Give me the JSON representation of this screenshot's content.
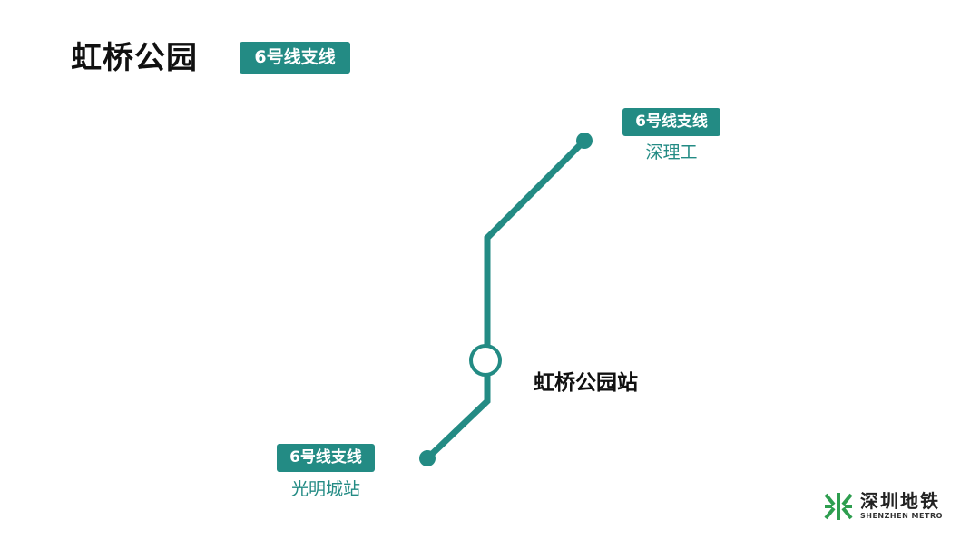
{
  "title": "虹桥公园",
  "line_badge": "6号线支线",
  "colors": {
    "line": "#238b84",
    "logo": "#2e9e4f",
    "text": "#111111"
  },
  "stations": {
    "north": {
      "badge": "6号线支线",
      "name": "深理工"
    },
    "current": {
      "name": "虹桥公园站"
    },
    "south": {
      "badge": "6号线支线",
      "name": "光明城站"
    }
  },
  "logo": {
    "icon": "shenzhen-metro-logo-icon",
    "name_cn": "深圳地铁",
    "name_en": "SHENZHEN METRO"
  }
}
